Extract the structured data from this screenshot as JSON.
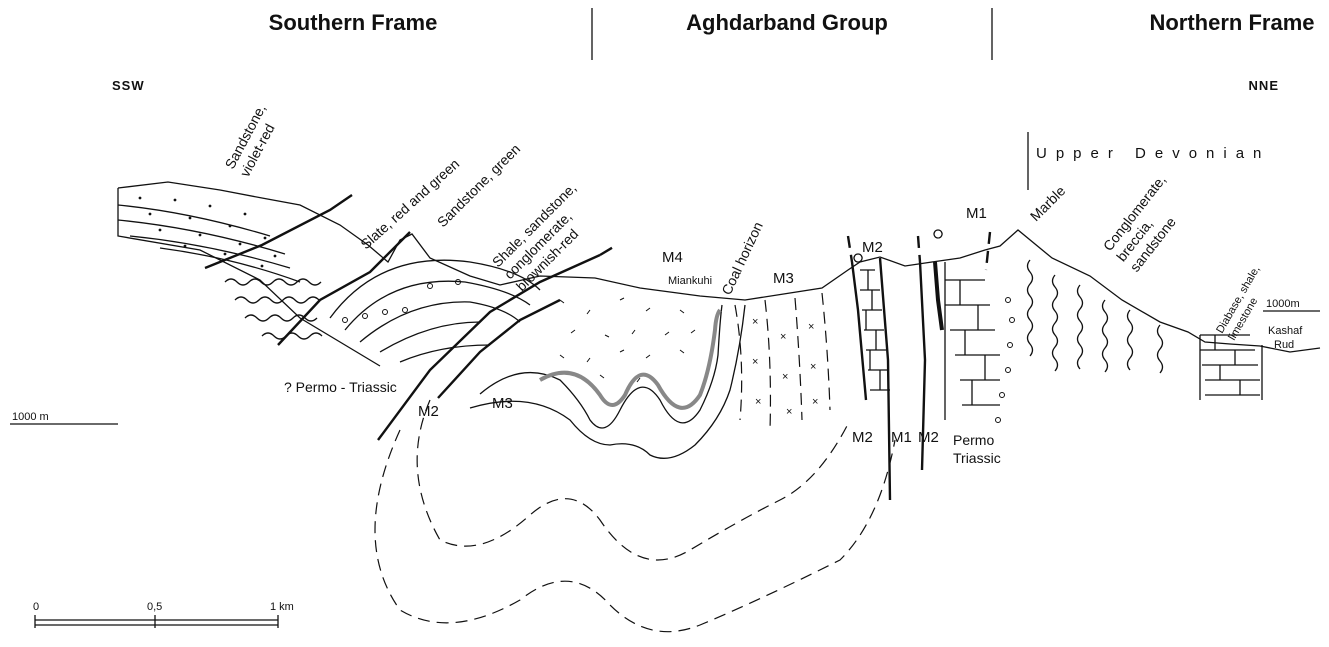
{
  "headers": {
    "southern_frame": "Southern Frame",
    "aghdarband_group": "Aghdarband Group",
    "northern_frame": "Northern Frame"
  },
  "directions": {
    "left": "SSW",
    "right": "NNE"
  },
  "upper_devonian": "Upper Devonian",
  "rock_labels": {
    "sandstone_violet_red": [
      "Sandstone,",
      "violet-red"
    ],
    "slate_red_green": "Slate, red and green",
    "sandstone_green": "Sandstone, green",
    "shale_sandstone_conglomerate": [
      "Shale, sandstone,",
      "conglomerate,",
      "brownish-red"
    ],
    "coal_horizon": "Coal horizon",
    "miankuhi": "Miankuhi",
    "marble": "Marble",
    "conglomerate_breccia_sandstone": [
      "Conglomerate,",
      "breccia,",
      "sandstone"
    ],
    "diabase_shale_limestone": [
      "Diabase, shale,",
      "limestone"
    ],
    "kashaf_rud": [
      "Kashaf",
      "Rud"
    ],
    "permo_triassic_left": "? Permo - Triassic",
    "permo_triassic_right": [
      "Permo",
      "Triassic"
    ]
  },
  "unit_labels": {
    "m4": "M4",
    "m3_upper": "M3",
    "m2_upper": "M2",
    "m1_upper": "M1",
    "m2_left": "M2",
    "m3_left": "M3",
    "m2_bottom": "M2",
    "m1_bottom": "M1",
    "m2_bottom_right": "M2"
  },
  "scales": {
    "vertical_left": "1000 m",
    "vertical_right": "1000m",
    "horizontal": {
      "ticks": [
        "0",
        "0,5",
        "1 km"
      ]
    }
  },
  "colors": {
    "ink": "#111111",
    "paper": "#ffffff",
    "coal": "#888888"
  }
}
